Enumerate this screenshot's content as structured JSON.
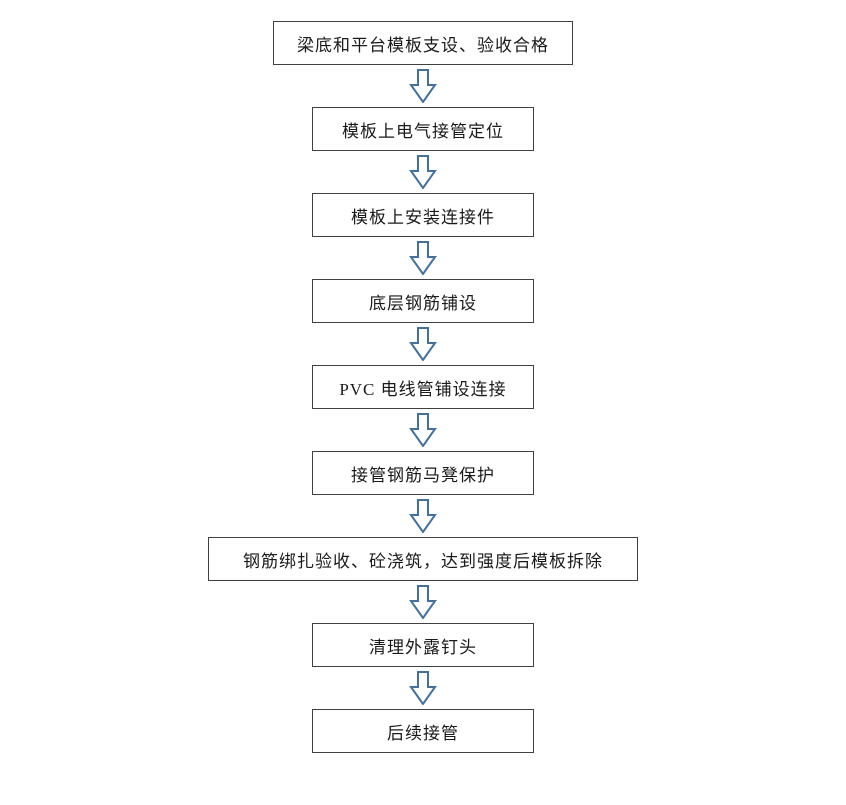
{
  "diagram": {
    "type": "flowchart",
    "direction": "top-to-bottom",
    "arrow_color": "#41719c",
    "box_border_color": "#404040",
    "box_fill_color": "#ffffff",
    "text_color": "#1a1a1a",
    "steps": [
      {
        "label": "梁底和平台模板支设、验收合格"
      },
      {
        "label": "模板上电气接管定位"
      },
      {
        "label": "模板上安装连接件"
      },
      {
        "label": "底层钢筋铺设"
      },
      {
        "label": "PVC 电线管铺设连接"
      },
      {
        "label": "接管钢筋马凳保护"
      },
      {
        "label": "钢筋绑扎验收、砼浇筑，达到强度后模板拆除"
      },
      {
        "label": "清理外露钉头"
      },
      {
        "label": "后续接管"
      }
    ]
  }
}
